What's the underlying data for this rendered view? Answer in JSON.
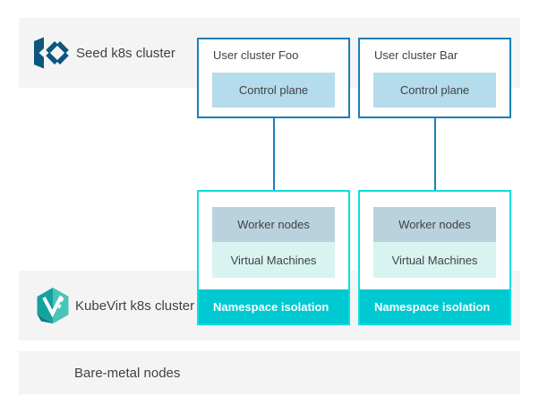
{
  "bands": {
    "seed": {
      "label": "Seed k8s cluster"
    },
    "kubevirt": {
      "label": "KubeVirt k8s cluster"
    },
    "bare_metal": {
      "label": "Bare-metal nodes"
    }
  },
  "clusters": [
    {
      "title": "User cluster Foo",
      "control_plane_label": "Control plane",
      "worker_label": "Worker nodes",
      "vm_label": "Virtual Machines",
      "namespace_label": "Namespace isolation"
    },
    {
      "title": "User cluster Bar",
      "control_plane_label": "Control plane",
      "worker_label": "Worker nodes",
      "vm_label": "Virtual Machines",
      "namespace_label": "Namespace isolation"
    }
  ],
  "icons": {
    "seed_logo": "kubermatic-logo",
    "kubevirt_logo": "kubevirt-logo"
  },
  "colors": {
    "accent_blue": "#1d7eb7",
    "cyan_border": "#0adfe1",
    "cyan_fill": "#00c9d1",
    "control_plane_fill": "#b4dcec",
    "worker_fill": "#b9d2de",
    "vm_fill": "#d7f4f1",
    "band_bg": "#f4f4f5",
    "text": "#424242",
    "kubermatic_blue": "#0d567e",
    "kubevirt_teal": "#13a29c",
    "kubevirt_teal_light": "#4ac4b8"
  }
}
